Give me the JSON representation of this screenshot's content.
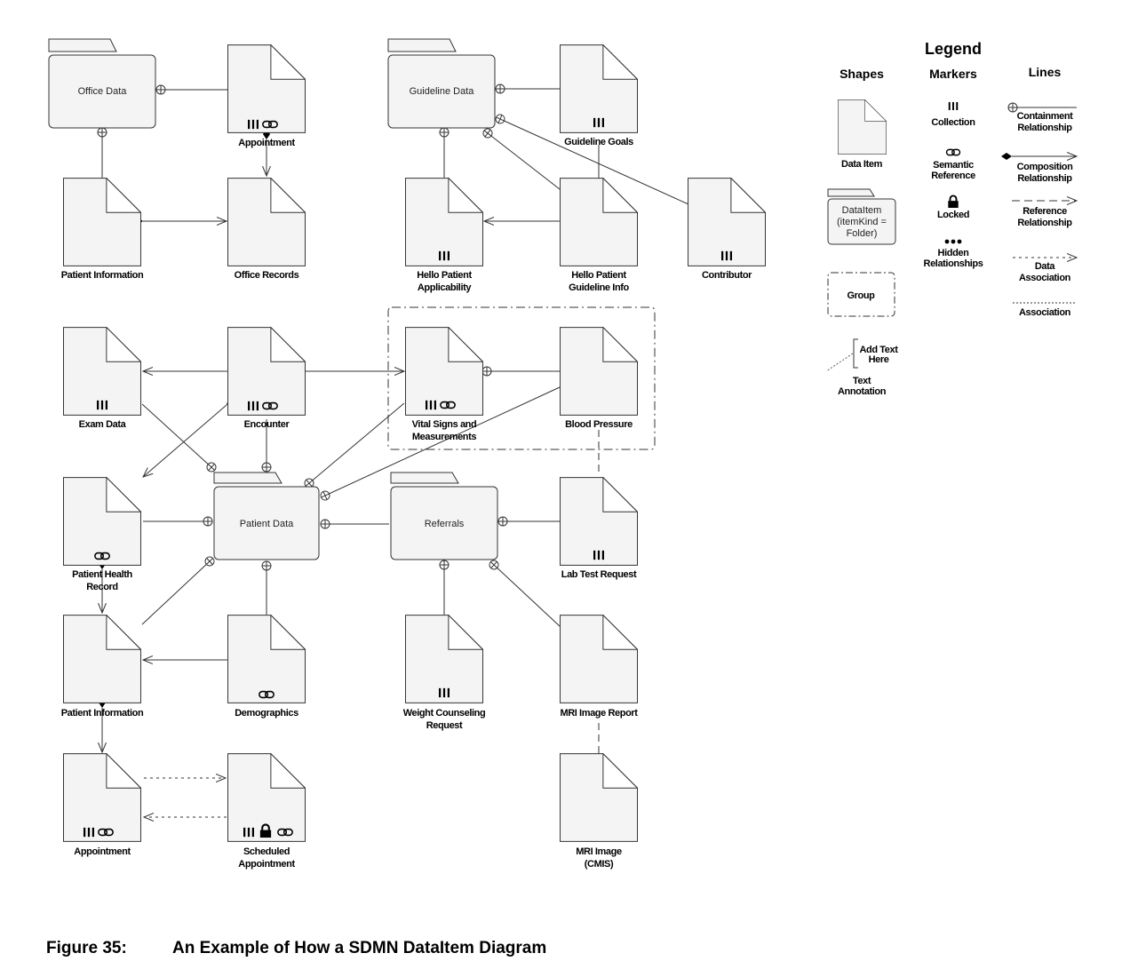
{
  "caption": {
    "figure_number": "Figure 35:",
    "title": "An Example of How a SDMN DataItem Diagram"
  },
  "folders": {
    "office_data": "Office Data",
    "guideline_data": "Guideline Data",
    "patient_data": "Patient Data",
    "referrals": "Referrals"
  },
  "items": {
    "appointment_top": "Appointment",
    "patient_information_top": "Patient Information",
    "office_records": "Office Records",
    "guideline_goals": "Guideline Goals",
    "hello_patient_applicability_1": "Hello Patient",
    "hello_patient_applicability_2": "Applicability",
    "hello_patient_guideline_1": "Hello Patient",
    "hello_patient_guideline_2": "Guideline Info",
    "contributor": "Contributor",
    "exam_data": "Exam Data",
    "encounter": "Encounter",
    "vital_signs_1": "Vital Signs and",
    "vital_signs_2": "Measurements",
    "blood_pressure": "Blood Pressure",
    "patient_health_record_1": "Patient Health",
    "patient_health_record_2": "Record",
    "lab_test_request": "Lab Test Request",
    "patient_information_bottom": "Patient Information",
    "demographics": "Demographics",
    "weight_counseling_1": "Weight Counseling",
    "weight_counseling_2": "Request",
    "mri_image_report": "MRI Image Report",
    "appointment_bottom": "Appointment",
    "scheduled_appointment_1": "Scheduled",
    "scheduled_appointment_2": "Appointment",
    "mri_image_1": "MRI Image",
    "mri_image_2": "(CMIS)"
  },
  "legend": {
    "title": "Legend",
    "shapes_header": "Shapes",
    "markers_header": "Markers",
    "lines_header": "Lines",
    "data_item": "Data Item",
    "folder_line1": "DataItem",
    "folder_line2": "(itemKind =",
    "folder_line3": "Folder)",
    "group": "Group",
    "annotation_text1": "Add Text",
    "annotation_text2": "Here",
    "annotation_label1": "Text",
    "annotation_label2": "Annotation",
    "collection": "Collection",
    "semantic_ref1": "Semantic",
    "semantic_ref2": "Reference",
    "locked": "Locked",
    "hidden1": "Hidden",
    "hidden2": "Relationships",
    "containment1": "Containment",
    "containment2": "Relationship",
    "composition1": "Composition",
    "composition2": "Relationship",
    "reference1": "Reference",
    "reference2": "Relationship",
    "data_assoc1": "Data",
    "data_assoc2": "Association",
    "association": "Association"
  }
}
